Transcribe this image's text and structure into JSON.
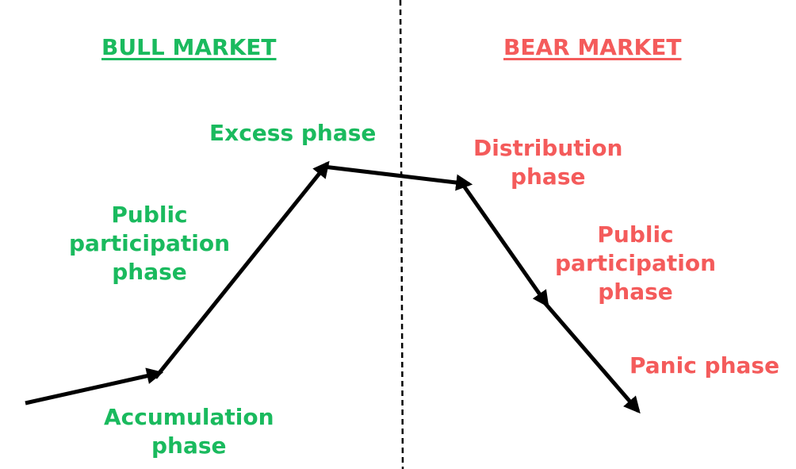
{
  "colors": {
    "bull": "#1aba5e",
    "bear": "#f45b5b",
    "line": "#000000",
    "divider": "#000000",
    "background": "#ffffff"
  },
  "headers": {
    "bull": "BULL MARKET",
    "bear": "BEAR MARKET"
  },
  "phases": {
    "bull_excess": [
      "Excess phase"
    ],
    "bull_public": [
      "Public",
      "participation",
      "phase"
    ],
    "bull_accumulation": [
      "Accumulation",
      "phase"
    ],
    "bear_distribution": [
      "Distribution",
      "phase"
    ],
    "bear_public": [
      "Public",
      "participation",
      "phase"
    ],
    "bear_panic": [
      "Panic phase"
    ]
  }
}
